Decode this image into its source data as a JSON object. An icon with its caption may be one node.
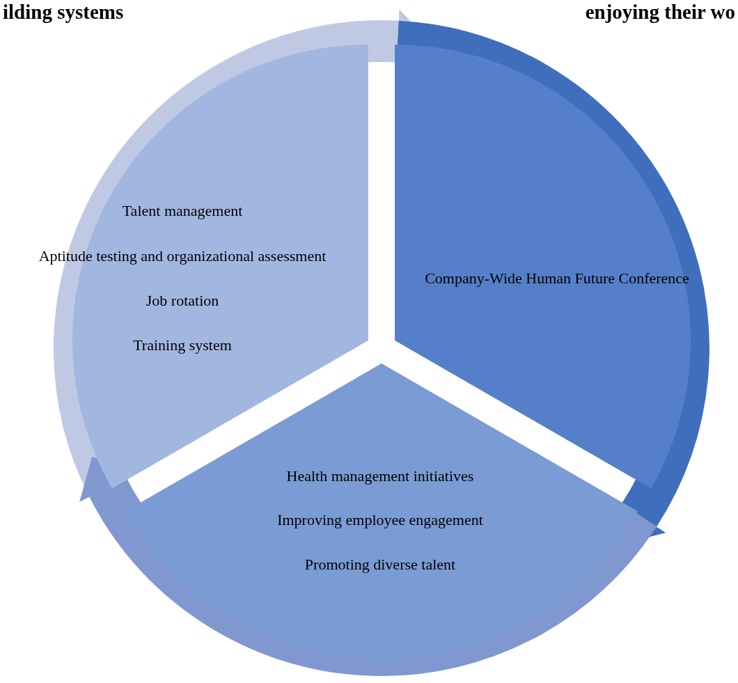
{
  "diagram": {
    "nodes": [
      {
        "text": [
          "Talent management",
          "Aptitude testing and organizational assessment",
          "Job rotation",
          "Training system"
        ]
      },
      {
        "text": [
          "Company-Wide Human Future Conference"
        ]
      },
      {
        "text": [
          "Health management initiatives",
          "Improving employee engagement",
          "Promoting diverse talent"
        ]
      }
    ],
    "edges": [
      {
        "from": 0,
        "to": 1,
        "arrow": "to",
        "color": "#c0c9e4"
      },
      {
        "from": 1,
        "to": 2,
        "arrow": "to",
        "color": "#3f6ebd"
      },
      {
        "from": 2,
        "to": 0,
        "arrow": "to",
        "color": "#8197cf"
      }
    ],
    "labels": [
      "ilding systems",
      "enjoying their wo"
    ]
  }
}
